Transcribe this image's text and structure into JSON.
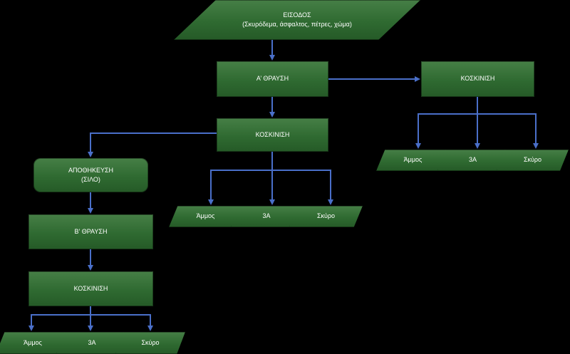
{
  "input": {
    "line1": "ΕΙΣΟΔΟΣ",
    "line2": "(Σκυρόδεμα, άσφαλτος, πέτρες, χώμα)"
  },
  "crush1": "Α’ ΘΡΑΥΣΗ",
  "screen_right": "ΚΟΣΚΙΝΙΣΗ",
  "screen_mid": "ΚΟΣΚΙΝΙΣΗ",
  "storage": {
    "line1": "ΑΠΟΘΗΚΕΥΣΗ",
    "line2": "(ΣΙΛΟ)"
  },
  "crush2": "Β’ ΘΡΑΥΣΗ",
  "screen_left": "ΚΟΣΚΙΝΙΣΗ",
  "outputs_right": [
    "Άμμος",
    "3Α",
    "Σκύρο"
  ],
  "outputs_mid": [
    "Άμμος",
    "3Α",
    "Σκύρο"
  ],
  "outputs_left": [
    "Άμμος",
    "3Α",
    "Σκύρο"
  ],
  "colors": {
    "box_fill": "#2f6a31",
    "arrow": "#4a6fc9",
    "background": "#000000"
  }
}
